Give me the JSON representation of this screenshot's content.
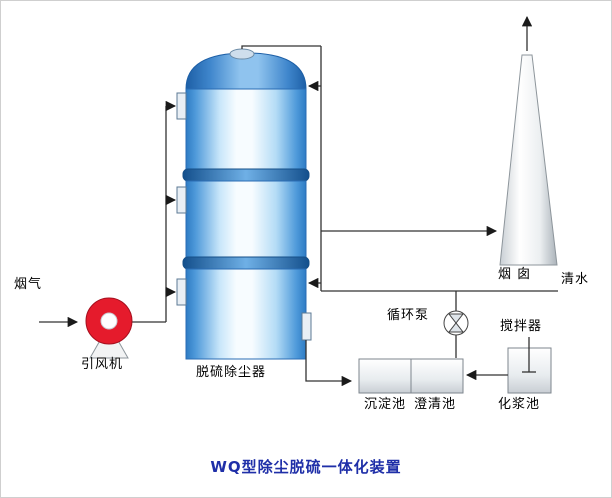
{
  "title": "WQ型除尘脱硫一体化装置",
  "labels": {
    "flue_gas": "烟气",
    "fan": "引风机",
    "tower": "脱硫除尘器",
    "chimney": "烟 囱",
    "clean_water": "清水",
    "pump": "循环泵",
    "agitator": "搅拌器",
    "sediment_tank": "沉淀池",
    "clarify_tank": "澄清池",
    "slurry_tank": "化浆池"
  },
  "colors": {
    "title_blue": "#1f2fa8",
    "fan_red": "#e51b2c",
    "tower_blue_edge": "#2e7cc4",
    "pipe_line": "#333333"
  }
}
